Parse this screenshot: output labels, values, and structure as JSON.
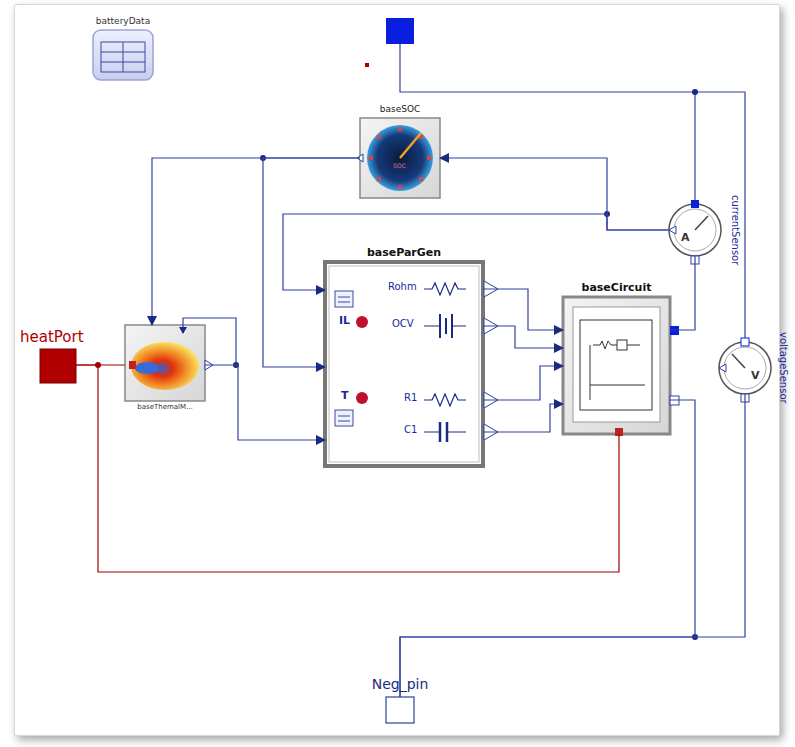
{
  "diagram": {
    "nodes": [
      {
        "text": [
          "batteryData"
        ]
      },
      {
        "text": [
          "baseSOC"
        ]
      },
      {
        "text": [
          "baseParGen"
        ]
      },
      {
        "text": [
          "baseCircuit"
        ]
      },
      {
        "text": [
          "heatPort"
        ]
      },
      {
        "text": [
          "baseThemalM..."
        ]
      },
      {
        "text": [
          "currentSensor"
        ]
      },
      {
        "text": [
          "voltageSensor"
        ]
      },
      {
        "text": [
          "Neg_pin"
        ]
      }
    ],
    "edges": [
      {
        "from": 4,
        "to": 5,
        "arrow": "none"
      },
      {
        "from": 4,
        "to": 3,
        "arrow": "none"
      },
      {
        "from": 5,
        "to": 2,
        "arrow": "to"
      },
      {
        "from": 1,
        "to": 5,
        "arrow": "to"
      },
      {
        "from": 1,
        "to": 2,
        "arrow": "to"
      },
      {
        "from": 6,
        "to": 1,
        "arrow": "to"
      },
      {
        "from": 6,
        "to": 2,
        "arrow": "to"
      },
      {
        "from": 2,
        "to": 3,
        "arrow": "to"
      },
      {
        "from": 2,
        "to": 3,
        "arrow": "to"
      },
      {
        "from": 2,
        "to": 3,
        "arrow": "to"
      },
      {
        "from": 2,
        "to": 3,
        "arrow": "to"
      },
      {
        "from": 3,
        "to": 6,
        "arrow": "none"
      },
      {
        "from": 3,
        "to": 8,
        "arrow": "none"
      },
      {
        "from": 7,
        "to": 8,
        "arrow": "none"
      }
    ],
    "labels": [
      "Rohm",
      "OCV",
      "IL",
      "T",
      "R1",
      "C1",
      "SOC",
      "A",
      "V"
    ]
  }
}
